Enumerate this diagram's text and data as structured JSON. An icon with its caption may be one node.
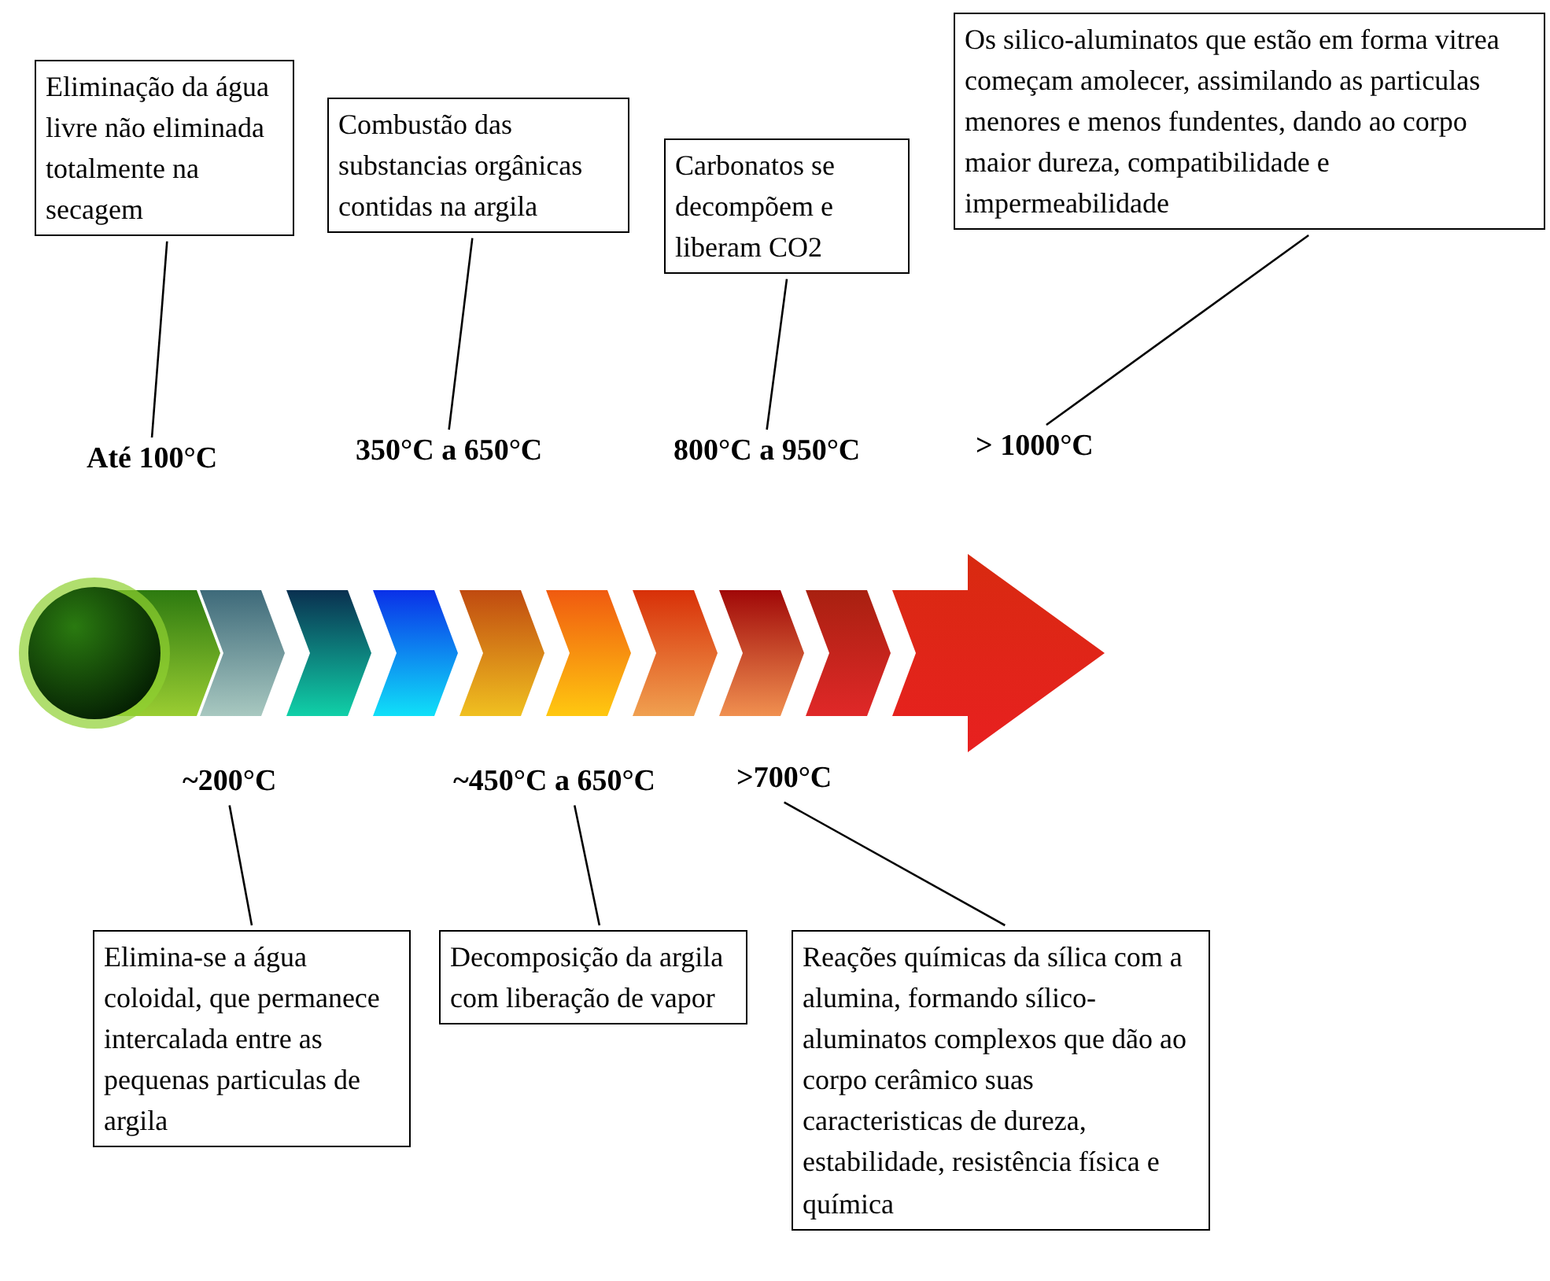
{
  "diagram": {
    "nodes": [
      {
        "text": [
          "Eliminação da água livre não eliminada totalmente na secagem"
        ]
      },
      {
        "text": [
          "Combustão das substancias orgânicas contidas na argila"
        ]
      },
      {
        "text": [
          "Carbonatos se decompõem e liberam CO2"
        ]
      },
      {
        "text": [
          "Os silico-aluminatos que estão em forma vitrea começam amolecer, assimilando as particulas menores e menos fundentes, dando ao corpo maior dureza, compatibilidade e impermeabilidade"
        ]
      },
      {
        "text": [
          "Até 100°C"
        ]
      },
      {
        "text": [
          "350°C a 650°C"
        ]
      },
      {
        "text": [
          "800°C a 950°C"
        ]
      },
      {
        "text": [
          "> 1000°C"
        ]
      },
      {
        "text": [
          "~200°C"
        ]
      },
      {
        "text": [
          "~450°C a 650°C"
        ]
      },
      {
        "text": [
          ">700°C"
        ]
      },
      {
        "text": [
          "Elimina-se a água coloidal, que permanece intercalada entre as pequenas particulas de argila"
        ]
      },
      {
        "text": [
          "Decomposição da argila com liberação de vapor"
        ]
      },
      {
        "text": [
          "Reações químicas da sílica com a alumina, formando sílico-aluminatos complexos que dão ao corpo cerâmico suas caracteristicas de dureza, estabilidade, resistência física e química"
        ]
      }
    ],
    "edges": [
      {
        "from": 0,
        "to": 4,
        "arrow": "none"
      },
      {
        "from": 1,
        "to": 5,
        "arrow": "none"
      },
      {
        "from": 2,
        "to": 6,
        "arrow": "none"
      },
      {
        "from": 3,
        "to": 7,
        "arrow": "none"
      },
      {
        "from": 8,
        "to": 11,
        "arrow": "none"
      },
      {
        "from": 9,
        "to": 12,
        "arrow": "none"
      },
      {
        "from": 10,
        "to": 13,
        "arrow": "none"
      }
    ]
  }
}
